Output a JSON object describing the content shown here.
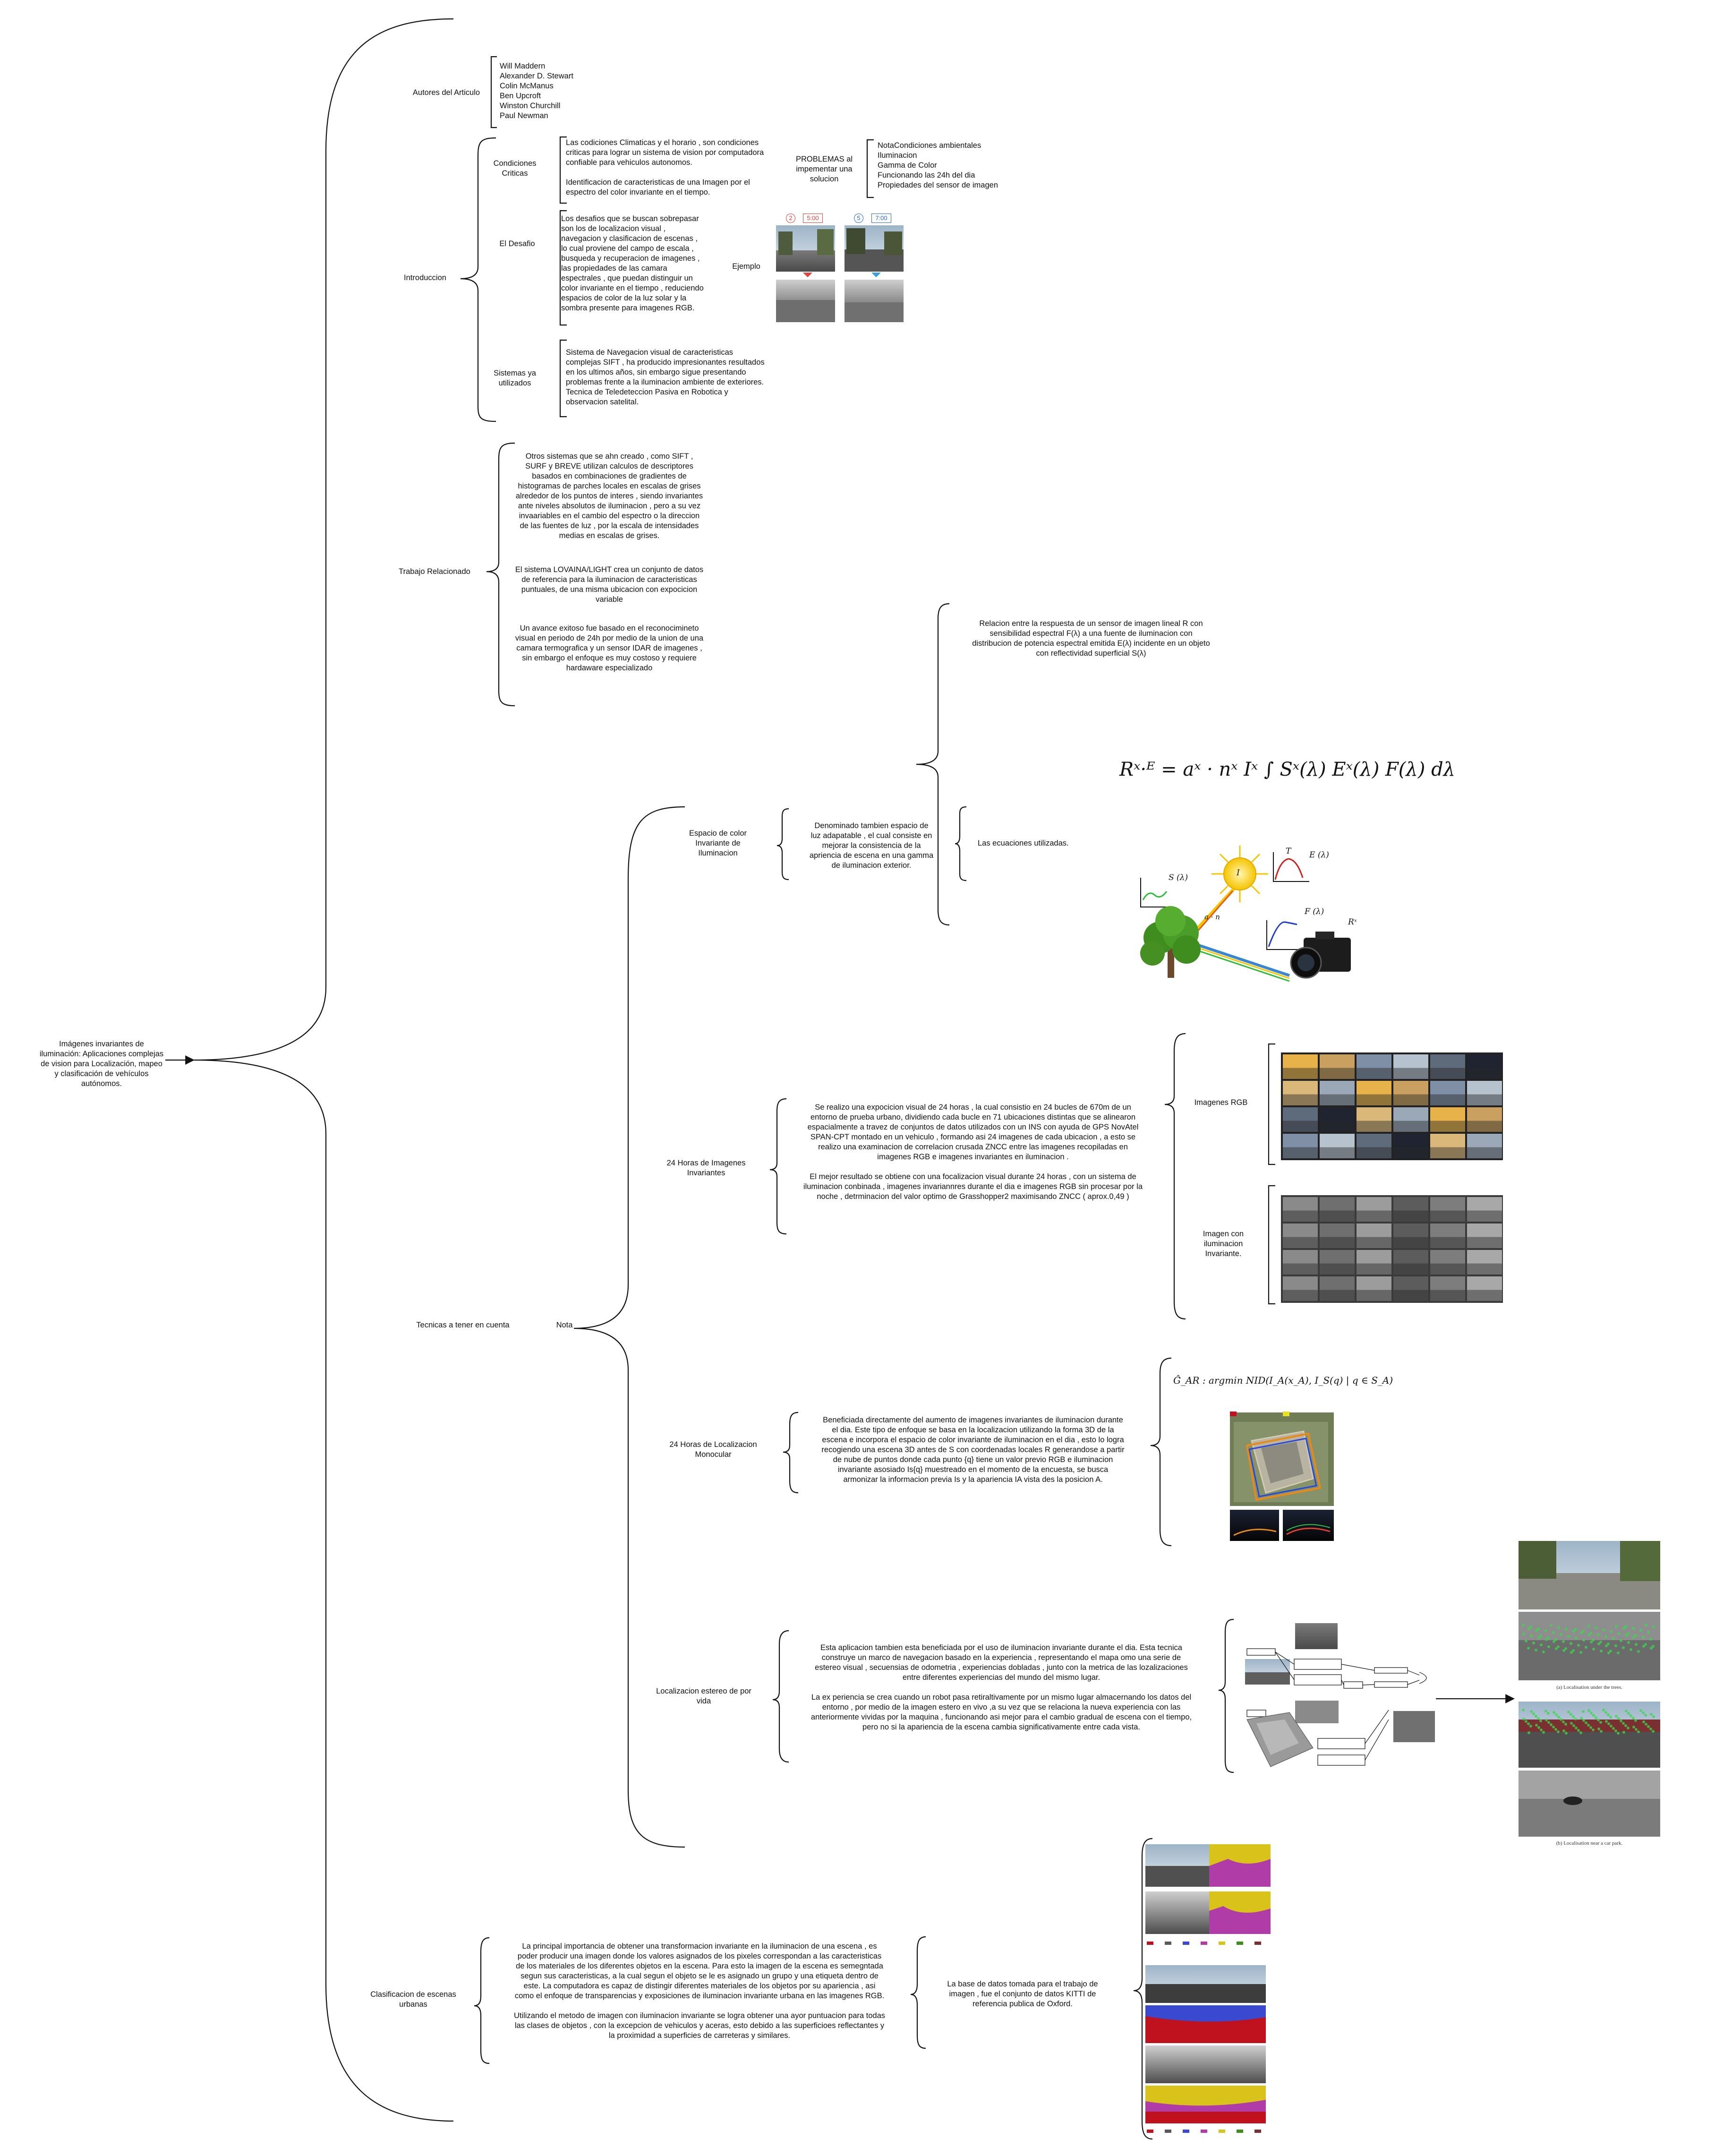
{
  "root": "Imágenes invariantes de\niluminación: Aplicaciones complejas\nde vision para Localización, mapeo\ny clasificación de vehículos\nautónomos.",
  "authors": {
    "label": "Autores del Articulo",
    "names": "Will Maddern\nAlexander D. Stewart\nColin McManus\nBen Upcroft\nWinston Churchill\nPaul Newman"
  },
  "intro": {
    "label": "Introduccion",
    "conditions": {
      "label": "Condiciones\nCriticas",
      "text": "Las codiciones Climaticas y el horario , son condiciones\ncriticas para lograr un sistema de vision por computadora\nconfiable para vehiculos autonomos.\n\nIdentificacion de caracteristicas de una Imagen por el\nespectro del color invariante en el tiempo.",
      "problems_label": "PROBLEMAS al\nimpementar una\nsolucion",
      "problems": "NotaCondiciones ambientales\nIluminacion\nGamma de Color\nFuncionando las 24h del dia\nPropiedades del sensor de imagen"
    },
    "challenge": {
      "label": "El Desafio",
      "text": "Los desafios que se buscan sobrepasar\nson los de localizacion visual ,\nnavegacion y clasificacion de escenas ,\nlo cual proviene del campo de escala ,\nbusqueda y recuperacion de imagenes ,\nlas propiedades de las camara\nespectrales , que puedan distinguir un\ncolor invariante en el tiempo , reduciendo\nespacios de color de la luz solar y la\nsombra presente para imagenes RGB.",
      "example_label": "Ejemplo",
      "example_badges": [
        "2",
        "5:00",
        "5",
        "7:00"
      ]
    },
    "systems": {
      "label": "Sistemas ya\nutilizados",
      "text": "Sistema de Navegacion visual de caracteristicas\ncomplejas SIFT , ha producido impresionantes resultados\nen los ultimos años, sin embargo sigue presentando\nproblemas frente a la iluminacion ambiente de exteriores.\nTecnica de Teledeteccion Pasiva en Robotica y\nobservacion satelital."
    }
  },
  "related": {
    "label": "Trabajo Relacionado",
    "p1": "Otros sistemas que se ahn creado , como SIFT ,\nSURF y BREVE utilizan calculos de descriptores\nbasados en combinaciones de gradientes de\nhistogramas de parches locales en escalas de grises\nalrededor de los puntos de interes , siendo invariantes\nante niveles absolutos de iluminacion , pero a su vez\ninvaariables en el cambio del espectro o la direccion\nde las fuentes de luz , por la escala de  intensidades\nmedias en escalas de grises.",
    "p2": "El sistema LOVAINA/LIGHT  crea un conjunto de datos\nde referencia para la iluminacion de caracteristicas\npuntuales, de una misma ubicacion con expocicion\nvariable",
    "p3": "Un avance exitoso  fue basado en el reconocimineto\nvisual en periodo de 24h por medio de la union de una\ncamara termografica y un sensor IDAR de imagenes ,\nsin embargo el enfoque es muy costoso y requiere\nhardaware especializado"
  },
  "techniques": {
    "label": "Tecnicas a tener en cuenta",
    "nota": "Nota",
    "color_space": {
      "label": "Espacio de color\nInvariante de\nIluminacion",
      "text": "Denominado tambien espacio de\nluz adapatable , el cual consiste en\nmejorar la consistencia de la\napriencia de escena en una gamma\nde iluminacion exterior.",
      "relation": "Relacion entre la respuesta de un sensor de imagen lineal R con\nsensibilidad espectral F(λ) a una fuente de iluminacion con\ndistribucion de potencia espectral emitida E(λ) incidente  en un objeto\ncon reflectividad superficial S(λ)",
      "equations_label": "Las ecuaciones utilizadas.",
      "equation": "Rˣ·ᴱ = aˣ · nˣ Iˣ ∫ Sˣ(λ) Eˣ(λ) F(λ) dλ",
      "diagram_labels": [
        "S (λ)",
        "I",
        "T",
        "E (λ)",
        "F (λ)",
        "a · n",
        "Rˣ"
      ]
    },
    "images24": {
      "label": "24 Horas de Imagenes\nInvariantes",
      "text": "Se realizo una expocicion visual de 24 horas , la cual consistio en 24 bucles de 670m de un\nentorno de prueba urbano, dividiendo cada bucle en 71 ubicaciones distintas que se alinearon\nespacialmente a travez de conjuntos de datos utilizados con un INS con ayuda de GPS NovAtel\nSPAN-CPT montado en un vehiculo , formando asi 24 imagenes de cada ubicacion , a esto se\nrealizo una examinacion de correlacion crusada ZNCC entre las imagenes recopiladas en\nimagenes RGB e imagenes invariantes en iluminacion .\n\nEl mejor resultado se obtiene con una focalizacion visual durante 24 horas , con un sistema de\niluminacion conbinada , imagenes invariannres durante el dia e imagenes RGB sin procesar por la\nnoche , detrminacion del valor optimo de Grasshopper2 maximisando ZNCC ( aprox.0,49 )",
      "rgb_label": "Imagenes  RGB",
      "inv_label": "Imagen con\niluminacion\nInvariante."
    },
    "monocular": {
      "label": "24 Horas de Localizacion\nMonocular",
      "text": "Beneficiada directamente del aumento de imagenes invariantes de iluminacion durante\nel dia. Este tipo de enfoque se basa en la localizacion utilizando la forma 3D de la\nescena e incorpora el espacio de color invariante de iluminacion en el dia , esto lo logra\nrecogiendo una escena 3D antes de S con coordenadas locales R generandose a partir\nde nube de puntos donde cada punto {q} tiene un valor previo RGB e iluminacion\ninvariante asosiado Is{q} muestreado en el momento de la encuesta, se busca\narmonizar la informacion previa Is y la apariencia IA vista des la posicion A.",
      "formula": "Ĝ_AR : argmin NID(I_A(x_A), I_S(q) | q ∈ S_A)"
    },
    "stereo": {
      "label": "Localizacion estereo de por\nvida",
      "text": "Esta aplicacion tambien esta beneficiada por el uso de iluminacion invariante durante el dia. Esta tecnica\nconstruye un marco de navegacion basado en la experiencia , representando el mapa  omo una serie de\nestereo visual , secuensias de odometria , experiencias dobladas , junto con la metrica de las lozalizaciones\nentre diferentes experiencias del mundo del mismo lugar.\n\nLa ex periencia se crea cuando un robot pasa retiraltivamente por un mismo lugar almacernando los datos del\nentorno , por medio de la imagen estero en vivo ,a su vez que se relaciona la nueva experiencia con las\nanteriormente vividas por la maquina , funcionando asi mejor para el cambio gradual de escena con el tiempo,\npero no si la apariencia de la escena cambia significativamente entre cada vista.",
      "caption_a": "(a) Localisation under the trees.",
      "caption_b": "(b) Localisation near a car park."
    }
  },
  "classification": {
    "label": "Clasificacion de escenas\nurbanas",
    "text": "La principal importancia  de obtener una transformacion invariante en la iluminacion de una escena , es\npoder producir una imagen donde los valores asignados de los pixeles correspondan a las caracteristicas\nde los materiales de los diferentes objetos en la escena. Para esto la imagen de la escena es semegntada\nsegun sus caracteristicas, a la cual segun el objeto se le es asignado un grupo y una etiqueta dentro de\neste. La computadora es capaz de distingir diferentes materiales de los objetos por su apariencia , asi\ncomo el enfoque de transparencias y exposiciones de iluminacion invariante urbana en las imagenes RGB.\n\nUtilizando el metodo de imagen con iluminacion invariante se logra obtener una ayor puntuacion para todas\nlas clases de objetos , con la excepcion de vehiculos y aceras, esto debido a las superficioes reflectantes y\nla proximidad a superficies de carreteras y similares.",
    "dataset": "La base de datos tomada para el trabajo de\nimagen , fue el conjunto de datos KITTI de\nreferencia publica de Oxford."
  },
  "colors": {
    "line": "#111111",
    "sun": "#f5c400",
    "tree": "#3f8d1e",
    "seg_purple": "#b03ca8",
    "seg_yellow": "#d9c21a",
    "seg_red": "#c0121e",
    "green_overlay": "#38d94a"
  }
}
